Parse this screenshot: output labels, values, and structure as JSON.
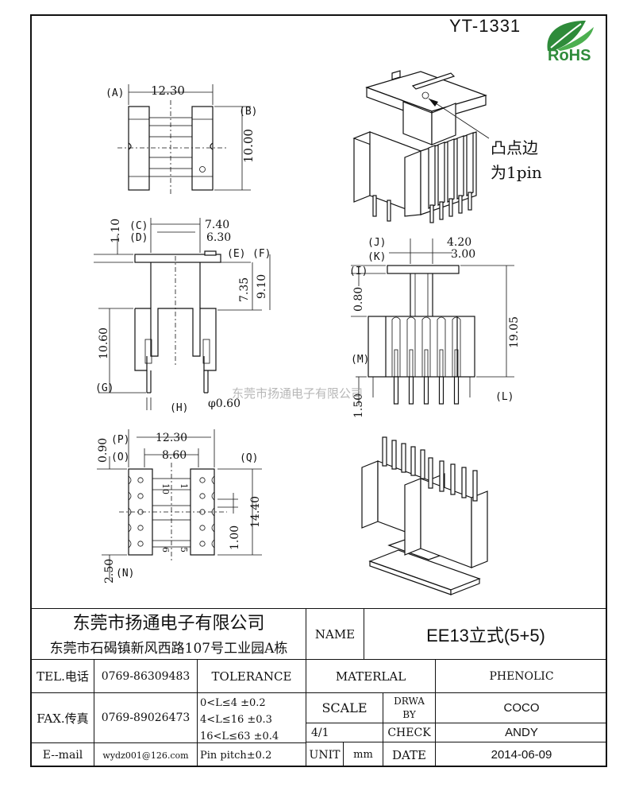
{
  "header": {
    "model": "YT-1331",
    "rohs_logo": "RoHS",
    "rohs_icon": "leaf-icon"
  },
  "drawing": {
    "view_a": {
      "labels": {
        "a": "(A)",
        "b": "(B)"
      },
      "dims": {
        "width": "12.30",
        "height": "10.00"
      }
    },
    "view_side": {
      "labels": {
        "c": "(C)",
        "d": "(D)",
        "e": "(E)",
        "f": "(F)",
        "g": "(G)",
        "h": "(H)"
      },
      "dims": {
        "top": "1.10",
        "c": "7.40",
        "d": "6.30",
        "e": "7.35",
        "f": "9.10",
        "g": "10.60",
        "pin": "φ0.60"
      }
    },
    "view_front": {
      "labels": {
        "j": "(J)",
        "k": "(K)",
        "i": "(I)",
        "m": "(M)",
        "l": "(L)"
      },
      "dims": {
        "j": "4.20",
        "k": "3.00",
        "i": "0.80",
        "l": "19.05",
        "m": "1.50"
      },
      "note_line1": "凸点边",
      "note_line2": "为1pin"
    },
    "view_bottom": {
      "labels": {
        "p": "(P)",
        "o": "(O)",
        "q": "(Q)",
        "n": "(N)"
      },
      "dims": {
        "p": "0.90",
        "p_width": "12.30",
        "o_width": "8.60",
        "q": "14.40",
        "pitch": "1.00",
        "n": "2.50"
      },
      "pin_marks": {
        "top_left": "10",
        "top_right": "1",
        "bottom_left": "6",
        "bottom_right": "5"
      }
    },
    "watermark": "东莞市扬通电子有限公司"
  },
  "title_block": {
    "company": "东莞市扬通电子有限公司",
    "address": "东莞市石碣镇新风西路107号工业园A栋",
    "name_label": "NAME",
    "name_value": "EE13立式(5+5)",
    "tel_label": "TEL.电话",
    "tel_value": "0769-86309483",
    "fax_label": "FAX.传真",
    "fax_value": "0769-89026473",
    "email_label": "E--mail",
    "email_value": "wydz001@126.com",
    "tolerance_label": "TOLERANCE",
    "tol_1": "0<L≤4   ±0.2",
    "tol_2": "4<L≤16  ±0.3",
    "tol_3": "16<L≤63 ±0.4",
    "tol_4": "Pin pitch±0.2",
    "material_label": "MATERLAL",
    "material_value": "PHENOLIC",
    "scale_label": "SCALE",
    "scale_value": "4/1",
    "drawn_label_1": "DRWA",
    "drawn_label_2": "BY",
    "drawn_value": "COCO",
    "check_label": "CHECK",
    "check_value": "ANDY",
    "unit_label": "UNIT",
    "unit_value": "mm",
    "date_label": "DATE",
    "date_value": "2014-06-09"
  }
}
